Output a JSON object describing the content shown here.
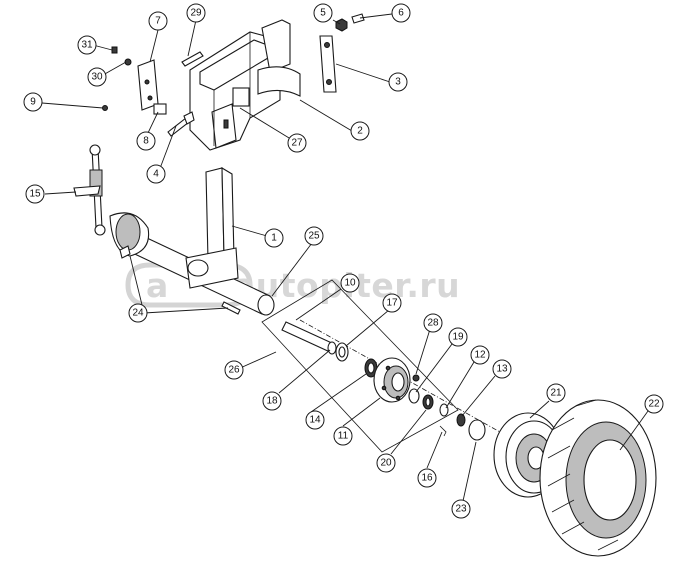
{
  "watermark": {
    "logo_glyph": "a",
    "text": "autopiter.ru"
  },
  "callouts": [
    {
      "id": "c1",
      "label": "1"
    },
    {
      "id": "c2",
      "label": "2"
    },
    {
      "id": "c3",
      "label": "3"
    },
    {
      "id": "c4",
      "label": "4"
    },
    {
      "id": "c5",
      "label": "5"
    },
    {
      "id": "c6",
      "label": "6"
    },
    {
      "id": "c7",
      "label": "7"
    },
    {
      "id": "c8",
      "label": "8"
    },
    {
      "id": "c9",
      "label": "9"
    },
    {
      "id": "c10",
      "label": "10"
    },
    {
      "id": "c11",
      "label": "11"
    },
    {
      "id": "c12",
      "label": "12"
    },
    {
      "id": "c13",
      "label": "13"
    },
    {
      "id": "c14",
      "label": "14"
    },
    {
      "id": "c15",
      "label": "15"
    },
    {
      "id": "c16",
      "label": "16"
    },
    {
      "id": "c17",
      "label": "17"
    },
    {
      "id": "c18",
      "label": "18"
    },
    {
      "id": "c19",
      "label": "19"
    },
    {
      "id": "c20",
      "label": "20"
    },
    {
      "id": "c21",
      "label": "21"
    },
    {
      "id": "c22",
      "label": "22"
    },
    {
      "id": "c23",
      "label": "23"
    },
    {
      "id": "c24",
      "label": "24"
    },
    {
      "id": "c25",
      "label": "25"
    },
    {
      "id": "c26",
      "label": "26"
    },
    {
      "id": "c27",
      "label": "27"
    },
    {
      "id": "c28",
      "label": "28"
    },
    {
      "id": "c29",
      "label": "29"
    },
    {
      "id": "c30",
      "label": "30"
    },
    {
      "id": "c31",
      "label": "31"
    }
  ]
}
